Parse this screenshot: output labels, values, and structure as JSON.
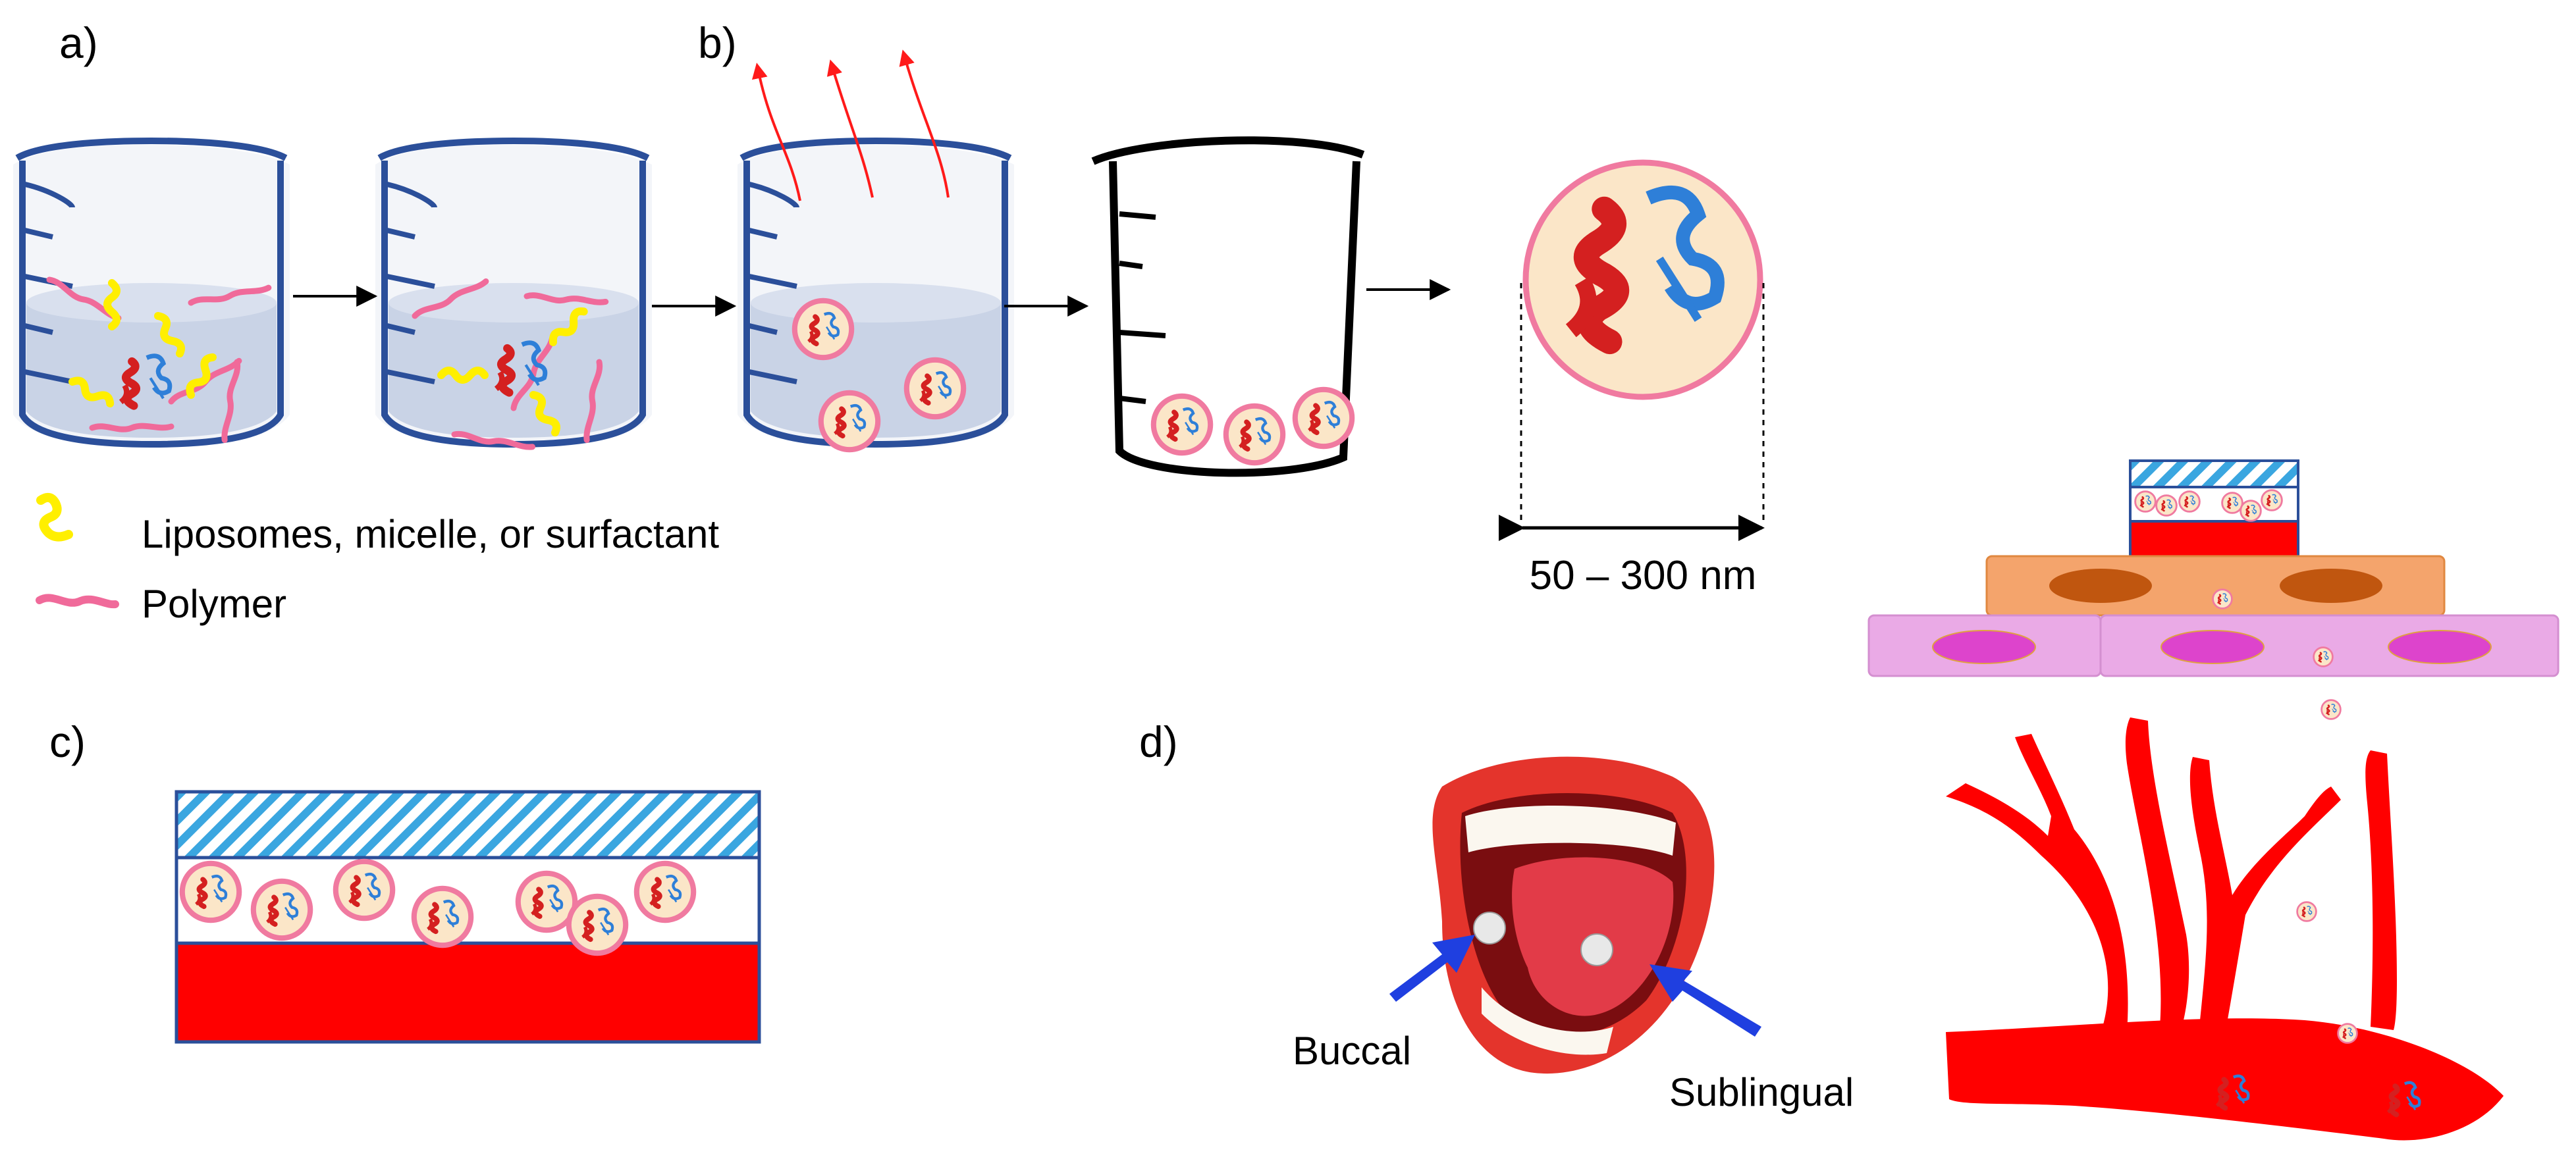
{
  "panels": {
    "a": "a)",
    "b": "b)",
    "c": "c)",
    "d": "d)"
  },
  "legend": {
    "surfactant": "Liposomes, micelle, or surfactant",
    "polymer": "Polymer"
  },
  "size_range": "50 – 300 nm",
  "routes": {
    "buccal": "Buccal",
    "sublingual": "Sublingual"
  },
  "colors": {
    "beaker_outline": "#2b4f9a",
    "liquid": "#c9d3e6",
    "surfactant": "#ffef00",
    "polymer": "#f06a9a",
    "nanoparticle_fill": "#fbe6c8",
    "nanoparticle_ring": "#f07aa0",
    "protein_red": "#d42020",
    "protein_blue": "#2e7fd8",
    "vapor_arrow": "#ff1a1a",
    "backing_stripe": "#3aa6e0",
    "mucoadhesive_layer": "#ff0000",
    "epithelium_top": "#f4a46c",
    "epithelium_top_nucleus": "#c0560f",
    "epithelium_bottom": "#eaaae6",
    "epithelium_bottom_nucleus": "#dd44cc",
    "blood_vessel": "#ff0000",
    "route_arrow": "#1f3fe0"
  },
  "icons": [
    "beaker-icon",
    "protein-icon",
    "nanoparticle-icon",
    "mouth-icon",
    "blood-vessel-icon",
    "arrow-icon"
  ]
}
